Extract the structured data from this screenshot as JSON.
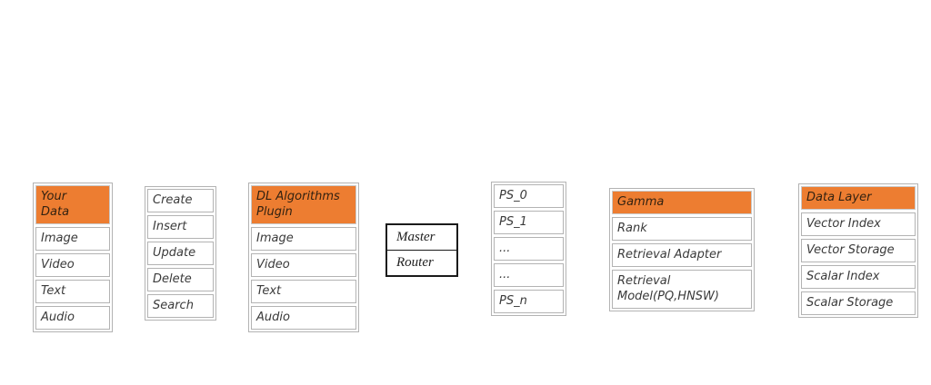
{
  "colors": {
    "header_orange": "#ED7D31",
    "table_border": "#b3b3b3",
    "master_router_border": "#1a1a1a",
    "text": "#3a3a3a",
    "background": "#ffffff"
  },
  "tables": [
    {
      "name": "your-data",
      "header": "Your\nData",
      "rows": [
        "Image",
        "Video",
        "Text",
        "Audio"
      ]
    },
    {
      "name": "create",
      "rows": [
        "Create",
        "Insert",
        "Update",
        "Delete",
        "Search"
      ]
    },
    {
      "name": "dl-algorithms-plugin",
      "header": "DL Algorithms\nPlugin",
      "rows": [
        "Image",
        "Video",
        "Text",
        "Audio"
      ]
    },
    {
      "name": "master-router",
      "rows": [
        "Master",
        "Router"
      ]
    },
    {
      "name": "parameter-servers",
      "rows": [
        "PS_0",
        "PS_1",
        "...",
        "...",
        "PS_n"
      ]
    },
    {
      "name": "gamma",
      "header": "Gamma",
      "rows": [
        "Rank",
        "Retrieval Adapter",
        "Retrieval Model(PQ,HNSW)"
      ]
    },
    {
      "name": "data-layer",
      "header": "Data Layer",
      "rows": [
        "Vector Index",
        "Vector Storage",
        "Scalar Index",
        "Scalar Storage"
      ]
    }
  ]
}
